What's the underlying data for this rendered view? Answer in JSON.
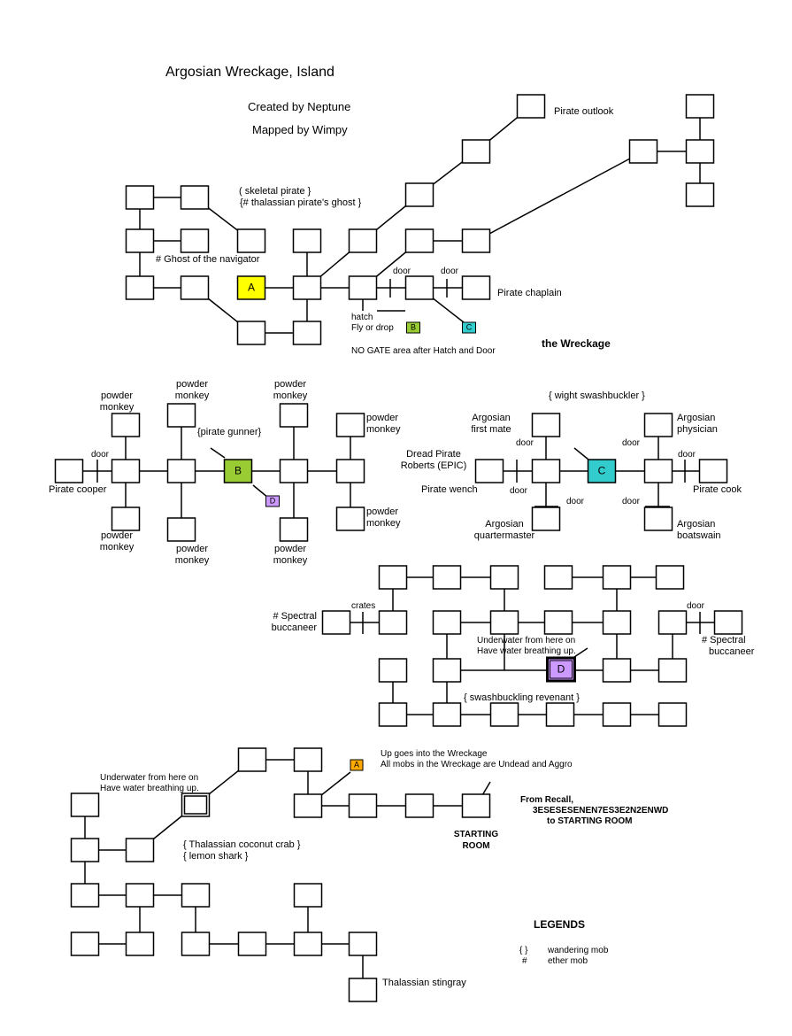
{
  "title": "Argosian Wreckage, Island",
  "created_by": "Created by Neptune",
  "mapped_by": "Mapped by Wimpy",
  "sections": {
    "wreckage": {
      "name": "the Wreckage",
      "wandering_mobs": "( skeletal pirate }",
      "ether_mobs": "{# thalassian pirate's ghost }",
      "navigator": "# Ghost of the navigator",
      "outlook": "Pirate outlook",
      "chaplain": "Pirate chaplain",
      "door_1": "door",
      "door_2": "door",
      "hatch": "hatch",
      "fly_or_drop": "Fly or drop",
      "no_gate": "NO GATE area after Hatch and Door"
    },
    "gun_deck": {
      "pirate_gunner": "{pirate gunner}",
      "pirate_cooper": "Pirate cooper",
      "door": "door",
      "powder_monkey": "powder monkey",
      "powder_monkey_line1": "powder",
      "powder_monkey_line2": "monkey"
    },
    "crew_deck": {
      "wight": "{ wight swashbuckler }",
      "first_mate_1": "Argosian",
      "first_mate_2": "first mate",
      "physician_1": "Argosian",
      "physician_2": "physician",
      "dread_1": "Dread Pirate",
      "dread_2": "Roberts (EPIC)",
      "wench": "Pirate wench",
      "cook": "Pirate cook",
      "quartermaster_1": "Argosian",
      "quartermaster_2": "quartermaster",
      "boatswain_1": "Argosian",
      "boatswain_2": "boatswain",
      "door": "door"
    },
    "hold": {
      "crates": "crates",
      "spectral_left_1": "# Spectral",
      "spectral_left_2": "buccaneer",
      "spectral_right_1": "# Spectral",
      "spectral_right_2": "buccaneer",
      "door": "door",
      "underwater_1": "Underwater from here on",
      "underwater_2": "Have water breathing up.",
      "revenant": "{ swashbuckling revenant }"
    },
    "island": {
      "up_note_1": "Up goes into the Wreckage",
      "up_note_2": "All mobs in the Wreckage are Undead and Aggro",
      "underwater_1": "Underwater from here on",
      "underwater_2": "Have water breathing up.",
      "recall_1": "From Recall,",
      "recall_2": "3ESESESENEN7ES3E2N2ENWD",
      "recall_3": "to STARTING ROOM",
      "starting_1": "STARTING",
      "starting_2": "ROOM",
      "crab": "{ Thalassian coconut crab }",
      "shark": "{ lemon shark }",
      "stingray": "Thalassian stingray"
    }
  },
  "markers": {
    "A": {
      "label": "A",
      "color": "#ffff00"
    },
    "B": {
      "label": "B",
      "color": "#99cc33"
    },
    "C": {
      "label": "C",
      "color": "#33cccc"
    },
    "D": {
      "label": "D",
      "color": "#cc99ff"
    },
    "A_small_color": "#ffaa00"
  },
  "legend": {
    "title": "LEGENDS",
    "items": [
      {
        "symbol": "{  }",
        "meaning": "wandering mob"
      },
      {
        "symbol": "#",
        "meaning": "ether mob"
      }
    ]
  }
}
